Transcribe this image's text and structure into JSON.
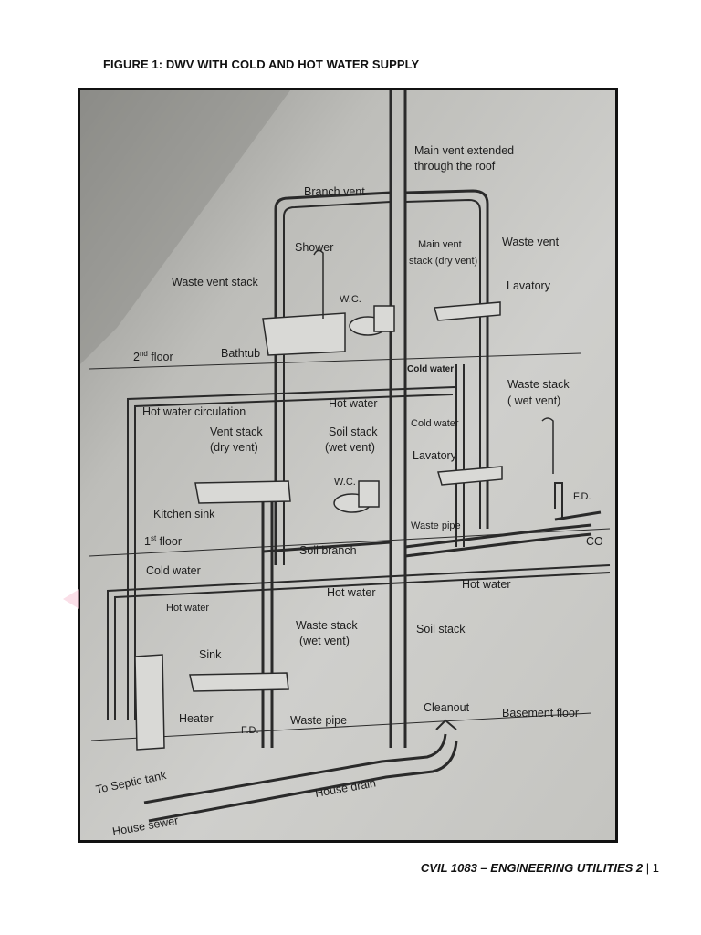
{
  "figure_title": "FIGURE 1: DWV WITH COLD AND HOT WATER SUPPLY",
  "footer": {
    "course": "CVIL 1083 – ENGINEERING UTILITIES 2",
    "separator": "|",
    "page": "1"
  },
  "diagram": {
    "labels": {
      "main_vent_1": "Main vent extended",
      "main_vent_2": "through the roof",
      "branch_vent": "Branch vent",
      "shower": "Shower",
      "main_vent_stack_1": "Main vent",
      "main_vent_stack_2": "stack (dry vent)",
      "waste_vent": "Waste vent",
      "waste_vent_stack": "Waste vent stack",
      "wc_upper": "W.C.",
      "lavatory_upper": "Lavatory",
      "second_floor_pre": "2",
      "second_floor_sup": "nd",
      "second_floor_post": " floor",
      "bathtub": "Bathtub",
      "cold_water_upper": "Cold water",
      "waste_stack_wet_1": "Waste stack",
      "waste_stack_wet_2": "( wet vent)",
      "hot_water_circulation": "Hot water circulation",
      "hot_water_upper": "Hot water",
      "vent_stack_1": "Vent stack",
      "vent_stack_2": "(dry vent)",
      "soil_stack_wet_1": "Soil stack",
      "soil_stack_wet_2": "(wet vent)",
      "cold_water_mid": "Cold water",
      "lavatory_lower": "Lavatory",
      "wc_lower": "W.C.",
      "kitchen_sink": "Kitchen sink",
      "fd_upper": "F.D.",
      "waste_pipe_upper": "Waste pipe",
      "co": "CO",
      "first_floor_pre": "1",
      "first_floor_sup": "st",
      "first_floor_post": " floor",
      "soil_branch": "Soil branch",
      "cold_water_lower": "Cold water",
      "hot_water_right": "Hot water",
      "hot_water_mid": "Hot water",
      "hot_water_left": "Hot water",
      "waste_stack_lower_1": "Waste stack",
      "waste_stack_lower_2": "(wet vent)",
      "soil_stack": "Soil stack",
      "sink": "Sink",
      "heater": "Heater",
      "cleanout": "Cleanout",
      "basement_floor": "Basement floor",
      "fd_lower": "F.D.",
      "waste_pipe_lower": "Waste pipe",
      "to_septic_tank": "To Septic tank",
      "house_drain": "House drain",
      "house_sewer": "House sewer"
    }
  },
  "colors": {
    "paper": "#c9c9c6",
    "ink": "#1d1d1d",
    "shadow": "#9a9a96"
  }
}
